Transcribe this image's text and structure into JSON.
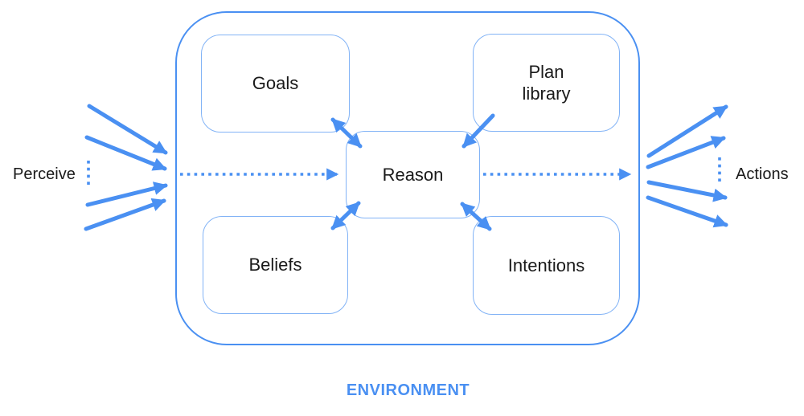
{
  "colors": {
    "blue": "#4a90f2",
    "blue_light": "#82b3f6",
    "ink": "#1a1a1a"
  },
  "labels": {
    "perceive": "Perceive",
    "actions": "Actions",
    "environment": "ENVIRONMENT"
  },
  "nodes": {
    "goals": {
      "label": "Goals"
    },
    "plan_library": {
      "label": "Plan library"
    },
    "reason": {
      "label": "Reason"
    },
    "beliefs": {
      "label": "Beliefs"
    },
    "intentions": {
      "label": "Intentions"
    }
  },
  "connections": [
    {
      "from": "Environment (Perceive)",
      "to": "agent boundary",
      "type": "solid-arrows",
      "count": 4,
      "direction": "in"
    },
    {
      "from": "agent boundary",
      "to": "Reason",
      "type": "dotted-arrow",
      "direction": "in"
    },
    {
      "from": "Goals",
      "to": "Reason",
      "type": "solid-arrow",
      "direction": "bidirectional"
    },
    {
      "from": "Plan library",
      "to": "Reason",
      "type": "solid-arrow",
      "direction": "one-way"
    },
    {
      "from": "Beliefs",
      "to": "Reason",
      "type": "solid-arrow",
      "direction": "bidirectional"
    },
    {
      "from": "Intentions",
      "to": "Reason",
      "type": "solid-arrow",
      "direction": "bidirectional"
    },
    {
      "from": "Reason",
      "to": "agent boundary",
      "type": "dotted-arrow",
      "direction": "out"
    },
    {
      "from": "agent boundary",
      "to": "Environment (Actions)",
      "type": "solid-arrows",
      "count": 4,
      "direction": "out"
    }
  ]
}
